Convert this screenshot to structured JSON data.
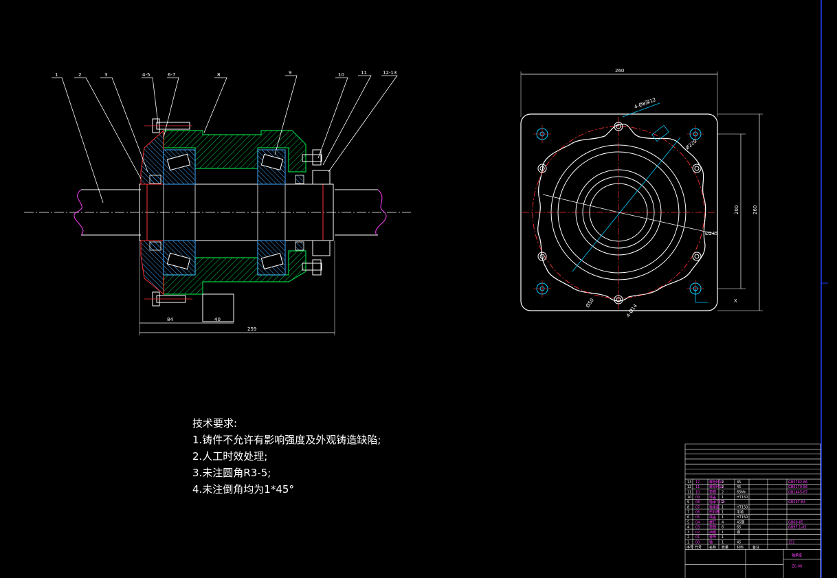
{
  "left_view": {
    "part_labels": [
      "1",
      "2",
      "3",
      "4-5",
      "6-7",
      "8",
      "9",
      "10",
      "11",
      "12-13"
    ],
    "dim_bottom_left": "84",
    "dim_bottom_mid": "40",
    "dim_overall": "259"
  },
  "right_view": {
    "dim_width": "260",
    "dim_height_inner": "200",
    "dim_height_outer": "260",
    "callout_holes_top": "4-Ø8深12",
    "callout_dia_1": "Ø220",
    "callout_dia_2": "Ø245",
    "callout_bottom_1": "Ø50",
    "callout_bottom_2": "4-Ø14",
    "axis_mark": "X"
  },
  "tech_requirements": {
    "title": "技术要求:",
    "items": [
      "1.铸件不允许有影响强度及外观铸造缺陷;",
      "2.人工时效处理;",
      "3.未注圆角R3-5;",
      "4.未注倒角均为1*45°"
    ]
  },
  "title_block": {
    "rows": [
      {
        "no": "13",
        "code": "12",
        "name": "螺栓M16",
        "qty": "2",
        "mat": "45",
        "std": "GB5782-86"
      },
      {
        "no": "12",
        "code": "11",
        "name": "螺母M16",
        "qty": "2",
        "mat": "45",
        "std": "GB6170-86"
      },
      {
        "no": "11",
        "code": "10",
        "name": "垫圈",
        "qty": "2",
        "mat": "65Mn",
        "std": "GB1445-87"
      },
      {
        "no": "10",
        "code": "09",
        "name": "端盖",
        "qty": "1",
        "mat": "HT150",
        "std": ""
      },
      {
        "no": "9",
        "code": "08",
        "name": "轴承7310",
        "qty": "2",
        "mat": "",
        "std": "GB297-84"
      },
      {
        "no": "8",
        "code": "07",
        "name": "轴承座",
        "qty": "1",
        "mat": "HT150",
        "std": ""
      },
      {
        "no": "7",
        "code": "06",
        "name": "密封圈",
        "qty": "1",
        "mat": "毛毡",
        "std": ""
      },
      {
        "no": "6",
        "code": "05",
        "name": "端盖",
        "qty": "1",
        "mat": "HT150",
        "std": ""
      },
      {
        "no": "5",
        "code": "04",
        "name": "螺钉",
        "qty": "4",
        "mat": "45钢",
        "std": "GB68-85"
      },
      {
        "no": "4",
        "code": "03",
        "name": "垫圈",
        "qty": "6",
        "mat": "65",
        "std": "GB97.1-85"
      },
      {
        "no": "3",
        "code": "02",
        "name": "挡圈",
        "qty": "1",
        "mat": "钢",
        "std": ""
      },
      {
        "no": "2",
        "code": "01",
        "name": "套筒",
        "qty": "1",
        "mat": "",
        "std": ""
      },
      {
        "no": "1",
        "code": "00",
        "name": "轴",
        "qty": "1",
        "mat": "45",
        "std": "152"
      }
    ],
    "header": [
      "序号",
      "代号",
      "名称",
      "数量",
      "材料",
      "备注"
    ],
    "drawing_name": "轴承座",
    "drawing_code": "ZC-00"
  },
  "colors": {
    "background": "#000000",
    "line": "#ffffff",
    "hatch": "#00cc44",
    "centerline": "#ff3030",
    "cyan": "#00ccff",
    "magenta": "#ff40ff",
    "bearing": "#44aaff",
    "border": "#2040ff"
  }
}
